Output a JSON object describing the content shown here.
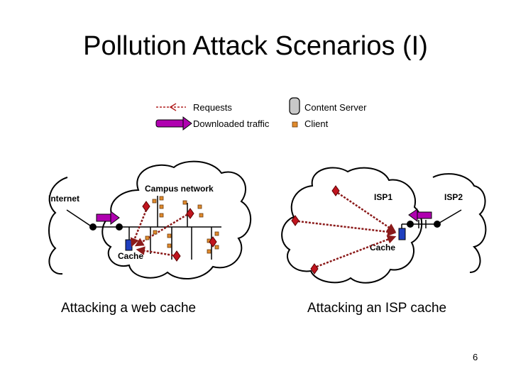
{
  "slide": {
    "title": "Pollution Attack Scenarios (I)",
    "page_number": "6"
  },
  "legend": {
    "requests": "Requests",
    "downloaded_traffic": "Downloaded traffic",
    "content_server": "Content Server",
    "client": "Client"
  },
  "left_diagram": {
    "internet_label": "Internet",
    "campus_label": "Campus network",
    "cache_label": "Cache",
    "caption": "Attacking a web cache"
  },
  "right_diagram": {
    "isp1_label": "ISP1",
    "isp2_label": "ISP2",
    "cache_label": "Cache",
    "caption": "Attacking an ISP cache"
  },
  "colors": {
    "request_arrow": "#8b1a1a",
    "download_arrow": "#b000b0",
    "attacker": "#c0141e",
    "client": "#e08a2c",
    "cache": "#1f3fbf"
  }
}
